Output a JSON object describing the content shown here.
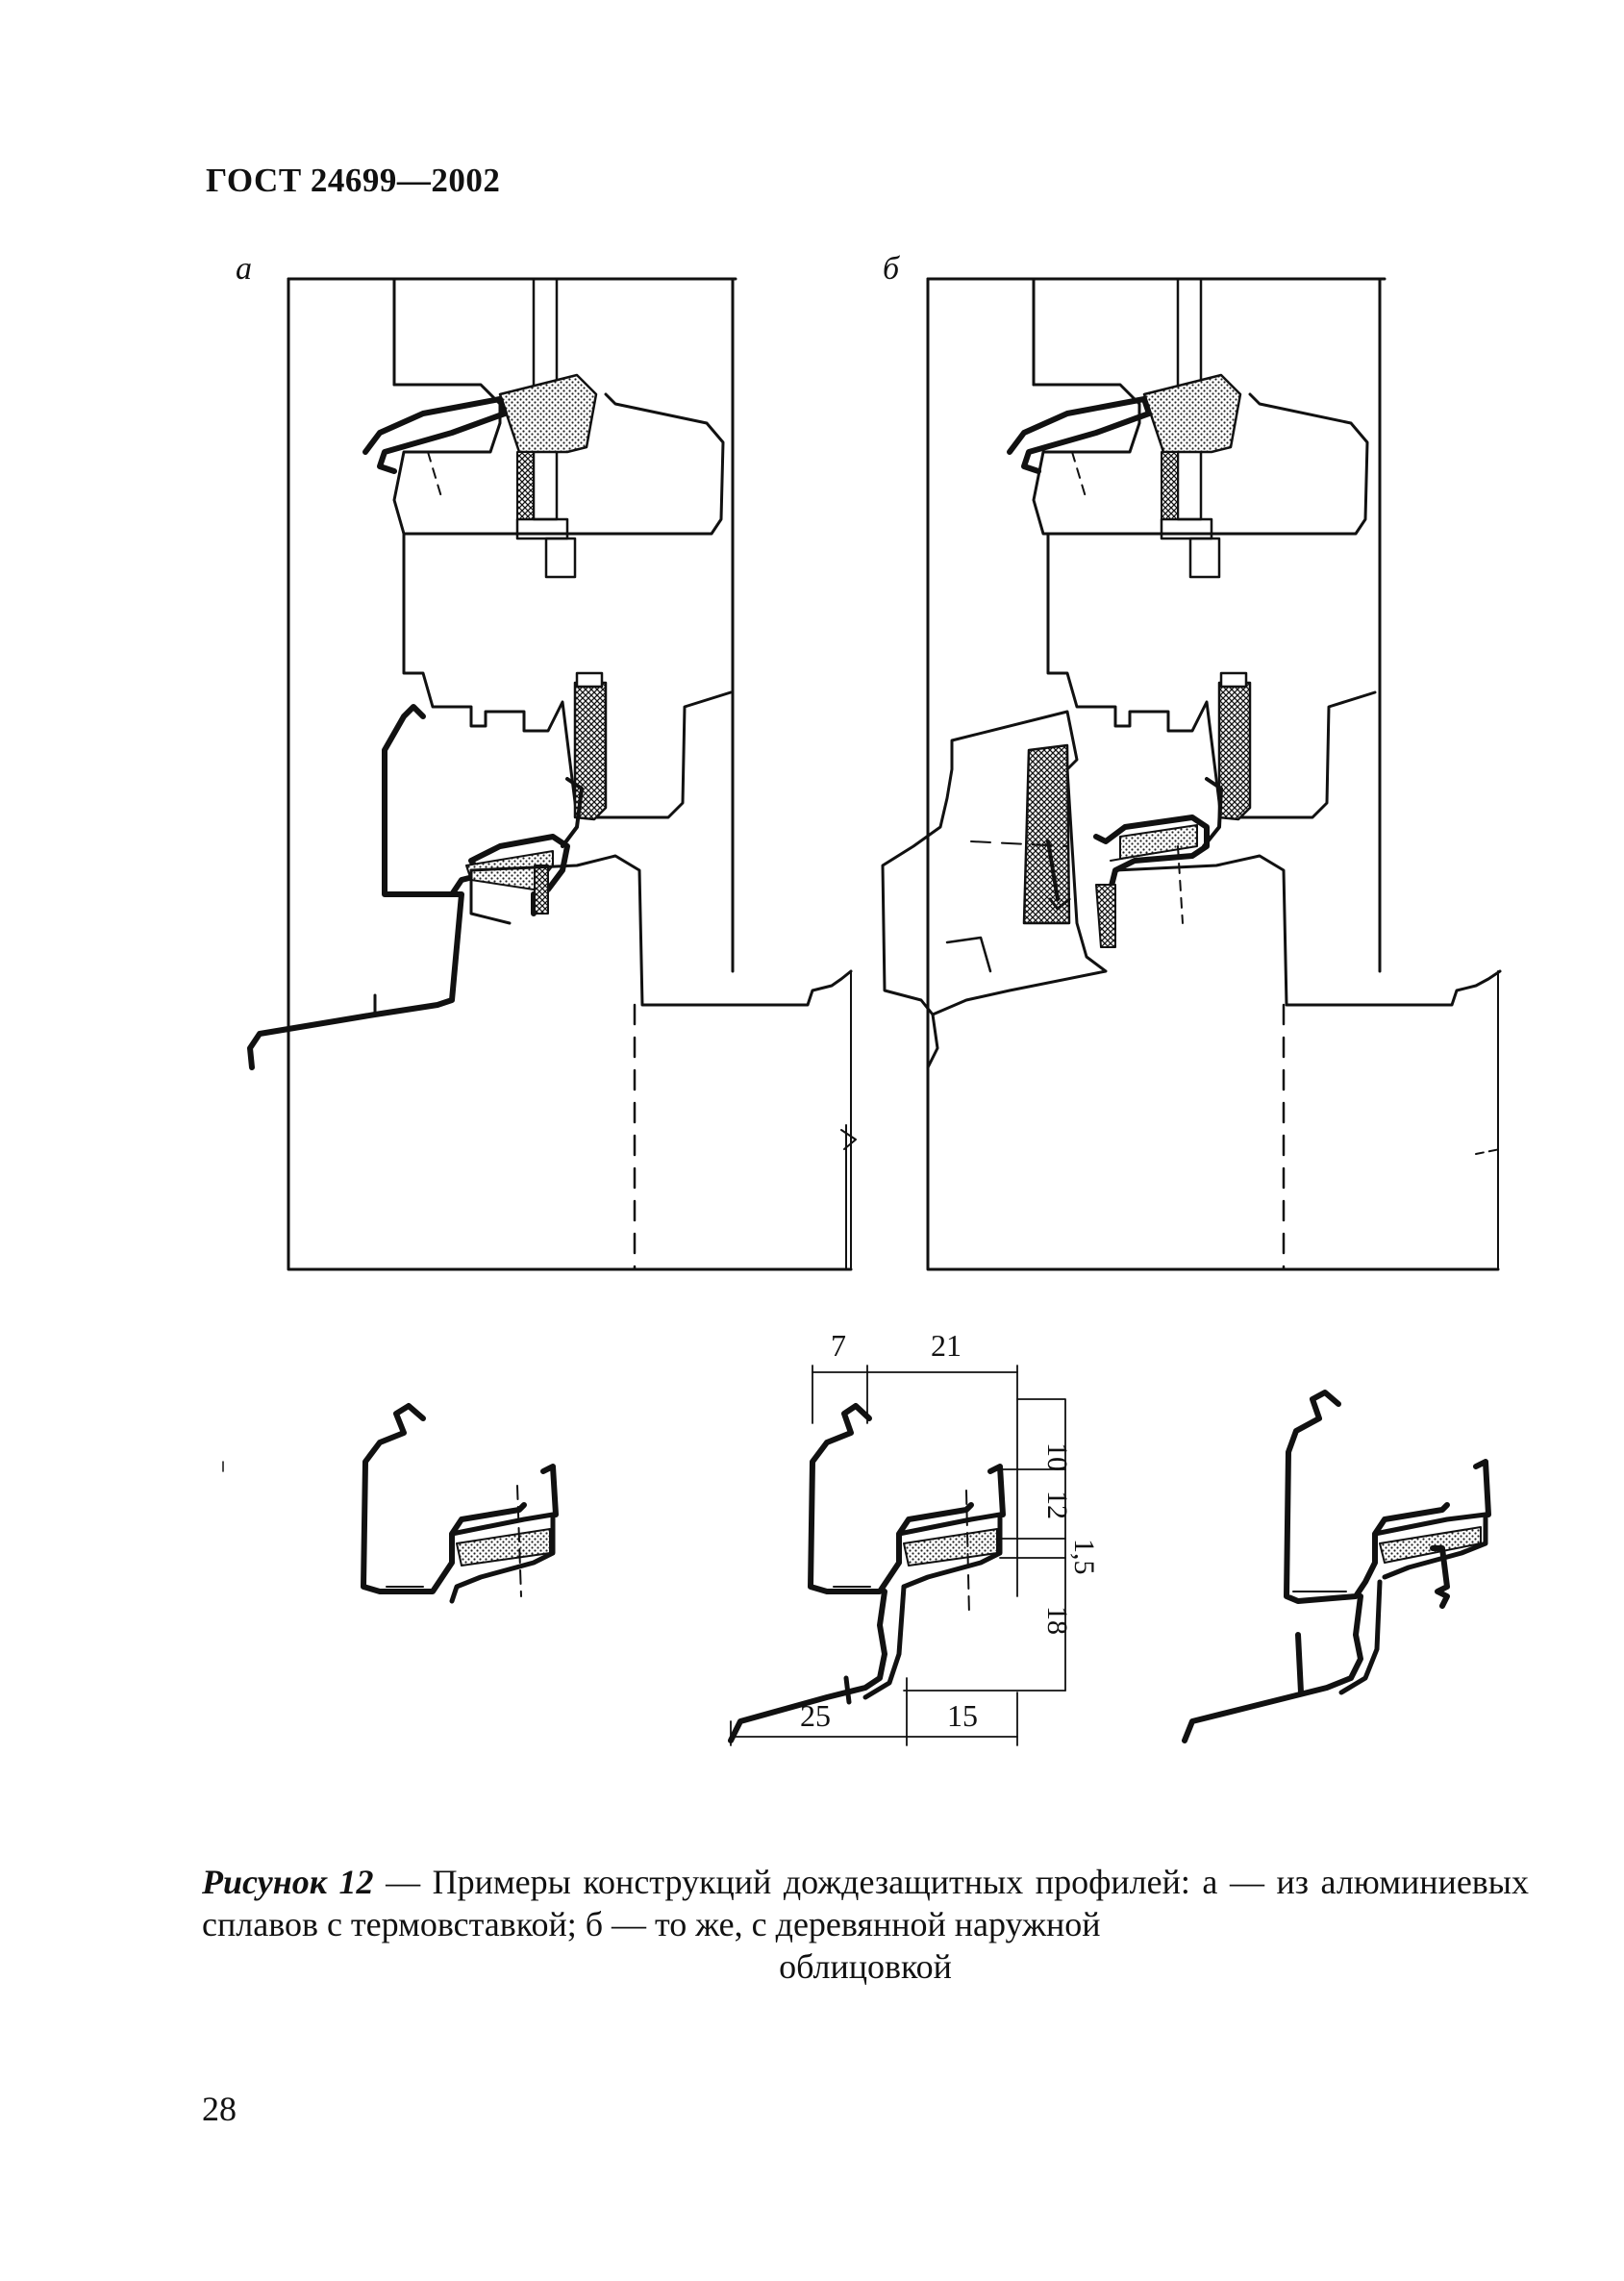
{
  "header": {
    "standard": "ГОСТ 24699—2002"
  },
  "figure": {
    "panel_a_label": "а",
    "panel_b_label": "б",
    "dimensions": {
      "d7": "7",
      "d21": "21",
      "d10": "10",
      "d12": "12",
      "d1_5": "1,5",
      "d18": "18",
      "d25": "25",
      "d15": "15"
    }
  },
  "caption": {
    "lead": "Рисунок 12",
    "text": " — Примеры конструкций дождезащитных профилей: а — из алюминиевых сплавов с термовставкой; б — то же, с деревянной наружной",
    "last_line": "облицовкой"
  },
  "page_number": "28"
}
